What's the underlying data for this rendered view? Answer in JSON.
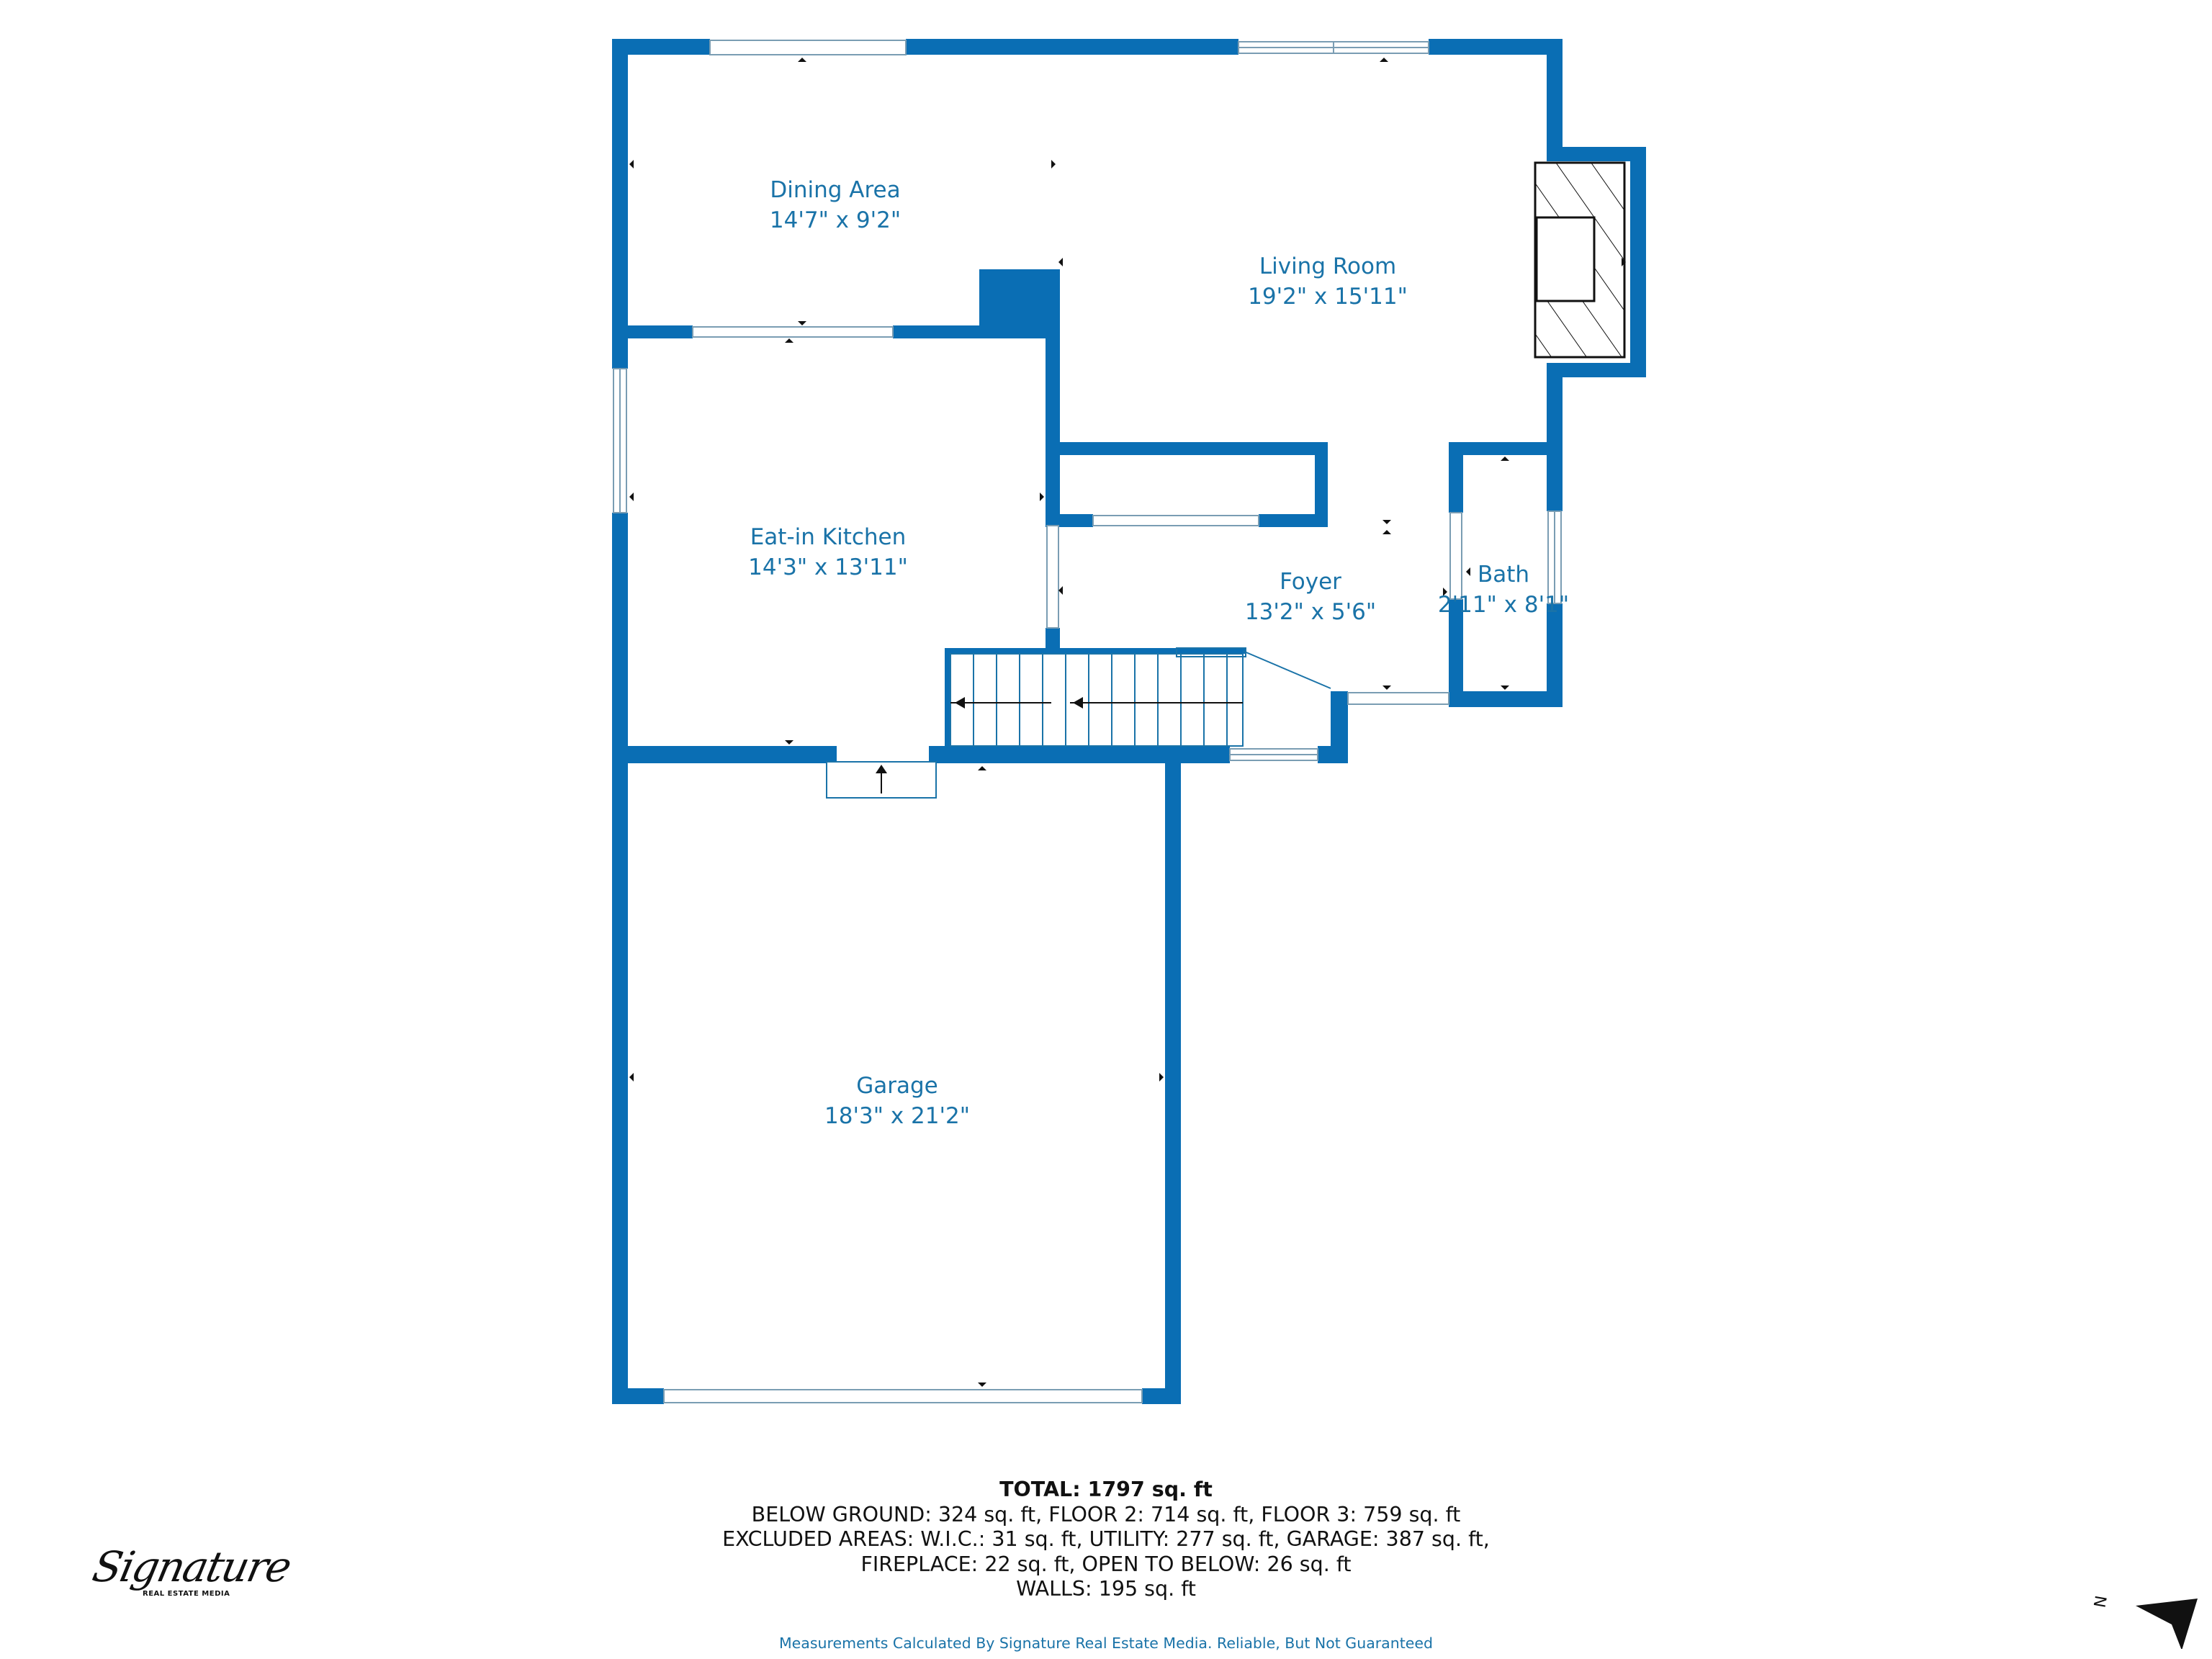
{
  "rooms": {
    "dining": {
      "name": "Dining Area",
      "dims": "14'7\" x 9'2\""
    },
    "living": {
      "name": "Living Room",
      "dims": "19'2\" x 15'11\""
    },
    "kitchen": {
      "name": "Eat-in Kitchen",
      "dims": "14'3\" x 13'11\""
    },
    "foyer": {
      "name": "Foyer",
      "dims": "13'2\" x 5'6\""
    },
    "bath": {
      "name": "Bath",
      "dims": "2'11\" x 8'1\""
    },
    "garage": {
      "name": "Garage",
      "dims": "18'3\" x 21'2\""
    }
  },
  "summary": {
    "total": "TOTAL: 1797 sq. ft",
    "line1": "BELOW GROUND: 324 sq. ft, FLOOR 2: 714 sq. ft, FLOOR 3: 759 sq. ft",
    "line2": "EXCLUDED AREAS: W.I.C.: 31 sq. ft, UTILITY: 277 sq. ft, GARAGE: 387 sq. ft,",
    "line3": "FIREPLACE: 22 sq. ft, OPEN TO BELOW: 26 sq. ft",
    "line4": "WALLS: 195 sq. ft"
  },
  "disclaimer": "Measurements Calculated By Signature Real Estate Media. Reliable, But Not Guaranteed",
  "logo": {
    "script": "Signature",
    "sub": "REAL ESTATE MEDIA"
  },
  "compass": {
    "letter": "N"
  },
  "colors": {
    "wall": "#0a6eb4",
    "label": "#1a73a8"
  }
}
